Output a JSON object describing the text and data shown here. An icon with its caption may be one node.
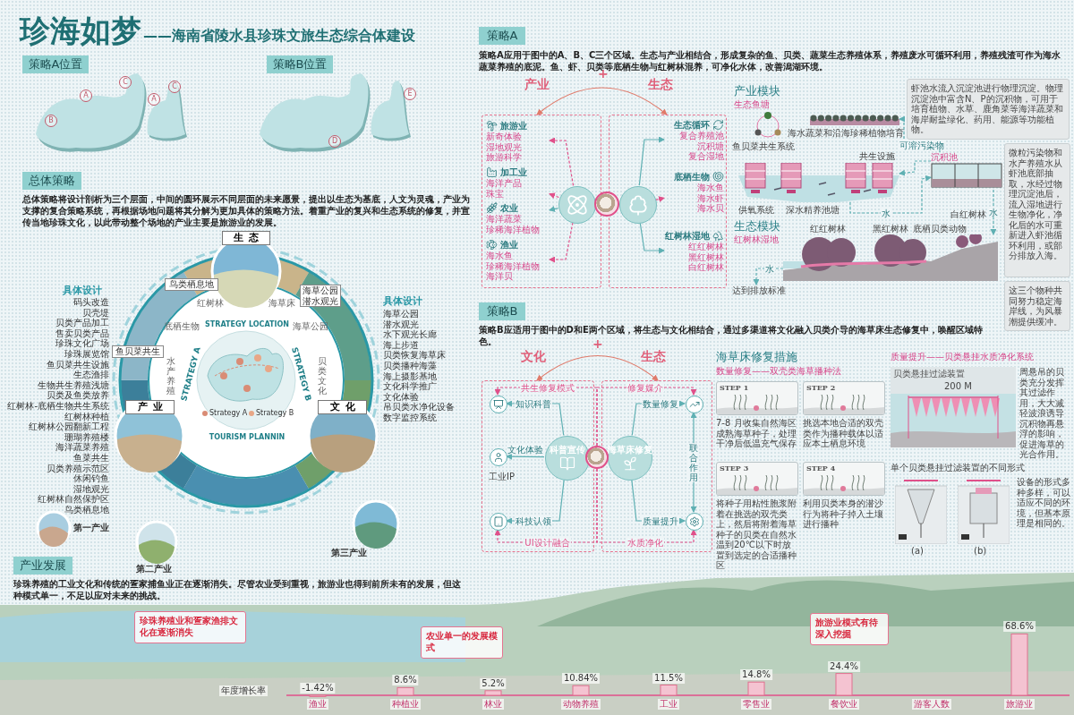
{
  "diagram": {
    "title": "珍海如梦",
    "nodes": [
      {
        "text": [
          "策略A位置"
        ]
      },
      {
        "text": [
          "策略B位置"
        ]
      },
      {
        "text": [
          "总体策略"
        ]
      },
      {
        "text": [
          "生态"
        ]
      },
      {
        "text": [
          "产业"
        ]
      },
      {
        "text": [
          "文化"
        ]
      },
      {
        "text": [
          "策略A"
        ]
      },
      {
        "text": [],
        "shape": "box"
      },
      {
        "text": [
          "旅游业",
          "新奇体验",
          "湿地观光",
          "旅游科学"
        ],
        "in": 7
      },
      {
        "text": [
          "加工业",
          "海洋产品",
          "珠宝"
        ],
        "in": 7
      },
      {
        "text": [
          "农业",
          "海洋蔬菜",
          "珍稀海洋植物"
        ],
        "in": 7
      },
      {
        "text": [
          "渔业",
          "海水鱼",
          "珍稀海洋植物",
          "海洋贝"
        ],
        "in": 7
      },
      {
        "text": [],
        "shape": "box"
      },
      {
        "text": [
          "生态循环",
          "复合养殖池",
          "沉积塘",
          "复合湿地"
        ],
        "in": 12
      },
      {
        "text": [
          "底栖生物",
          "海水鱼",
          "海水虾",
          "海水贝"
        ],
        "in": 12
      },
      {
        "text": [
          "红树林湿地",
          "红红树林",
          "黑红树林",
          "白红树林"
        ],
        "in": 12
      },
      {
        "text": [],
        "shape": "circle",
        "in": 7
      },
      {
        "text": [],
        "shape": "picture"
      },
      {
        "text": [],
        "shape": "circle",
        "in": 12
      },
      {
        "text": [],
        "shape": "bar",
        "beside": [
          "海水蔬菜和沿海珍稀植物培育"
        ]
      },
      {
        "text": [
          "虾池水流入沉淀池进行物理沉淀。物理沉淀池中富含N、P的沉积物，可用于培育植物、水草、鹿角菜等海洋蔬菜和海岸耐盐绿化、药用、能源等功能植物。"
        ]
      },
      {
        "text": [],
        "shape": "picture",
        "beside": [
          "深水精养池塘"
        ]
      },
      {
        "text": [
          "沉积池"
        ]
      },
      {
        "text": [
          "微粒污染物和水产养殖水从虾池底部抽取，水经过物理沉淀池后，流入湿地进行生物净化，净化后的水可重新进入虾池循环利用，或部分排放入海。"
        ]
      },
      {
        "text": [],
        "shape": "picture",
        "beside": [
          "红红树林",
          "黑红树林",
          "白红树林",
          "底栖贝类动物"
        ]
      },
      {
        "text": [
          "这三个物种共同努力稳定海岸线，为风暴潮提供缓冲。"
        ]
      },
      {
        "text": [
          "达到排放标准"
        ]
      },
      {
        "text": [
          "策略B"
        ]
      },
      {
        "text": [],
        "shape": "box"
      },
      {
        "text": [
          "科普宣传"
        ],
        "in": 28
      },
      {
        "text": [],
        "shape": "circle",
        "in": 28
      },
      {
        "text": [],
        "shape": "circle",
        "in": 28,
        "beside": [
          "工业IP"
        ]
      },
      {
        "text": [],
        "shape": "circle",
        "in": 28
      },
      {
        "text": [],
        "shape": "box"
      },
      {
        "text": [
          "海草床修复"
        ],
        "in": 33
      },
      {
        "text": [],
        "shape": "circle",
        "in": 33
      },
      {
        "text": [],
        "shape": "circle",
        "in": 33
      },
      {
        "text": [],
        "shape": "picture"
      },
      {
        "text": [
          "STEP 1"
        ],
        "beside": [
          "7-8 月收集自然海区成熟海草种子，处理干净后低温充气保存"
        ]
      },
      {
        "text": [
          "STEP 2"
        ],
        "beside": [
          "挑选本地合适的双壳类作为播种载体以适应本土栖息环境"
        ]
      },
      {
        "text": [
          "STEP 3"
        ],
        "beside": [
          "将种子用粘性胞浆附着在挑选的双壳类上，然后将附着海草种子的贝类在自然水温到20℃以下时放置到选定的合适播种区"
        ]
      },
      {
        "text": [
          "STEP 4"
        ],
        "beside": [
          "利用贝类本身的潜沙行为将种子掉入土壤进行播种"
        ]
      },
      {
        "text": [
          "贝类悬挂过滤装置"
        ],
        "beside": [
          "周悬吊的贝类充分发挥其过滤作用，大大减轻波浪诱导沉积物再悬浮的影响，促进海草的光合作用。"
        ]
      },
      {
        "text": [],
        "shape": "picture",
        "beside": [
          "(a)"
        ]
      },
      {
        "text": [],
        "shape": "picture",
        "beside": [
          "(b)"
        ]
      },
      {
        "text": [
          "产业发展"
        ]
      },
      {
        "text": [
          "珍珠养殖业和疍家渔排文化在逐渐消失"
        ]
      },
      {
        "text": [
          "农业单一的发展模式"
        ]
      },
      {
        "text": [
          "旅游业模式有待深入挖掘"
        ]
      }
    ],
    "edges": [
      {
        "from": 7,
        "to": 12,
        "arrow": "both",
        "color": "#e07a6a"
      },
      {
        "from": 16,
        "to": 8,
        "arrow": "to",
        "style": "dashed",
        "color": "#e0508a"
      },
      {
        "from": 16,
        "to": 9,
        "arrow": "to",
        "style": "dashed",
        "color": "#e0508a"
      },
      {
        "from": 16,
        "to": 10,
        "arrow": "to"
      },
      {
        "from": 16,
        "to": 11,
        "arrow": "to",
        "style": "dashed",
        "color": "#e0508a"
      },
      {
        "from": 18,
        "to": 13,
        "arrow": "to"
      },
      {
        "from": 18,
        "to": 14,
        "arrow": "to",
        "style": "dashed",
        "color": "#e0508a"
      },
      {
        "from": 18,
        "to": 15,
        "arrow": "to"
      },
      {
        "from": 22,
        "to": 19,
        "arrow": "to",
        "label": "可溶污染物",
        "style": "dashed"
      },
      {
        "from": 22,
        "to": 21,
        "arrow": "to",
        "style": "dashed"
      },
      {
        "from": 21,
        "to": 22,
        "arrow": "to",
        "label": "水",
        "style": "dashed"
      },
      {
        "from": 22,
        "to": 24,
        "arrow": "to",
        "label": "水",
        "style": "dashed"
      },
      {
        "from": 24,
        "to": 26,
        "arrow": "to",
        "label": "水",
        "style": "dashed"
      },
      {
        "from": 28,
        "to": 33,
        "arrow": "both",
        "color": "#e07a6a"
      },
      {
        "from": 29,
        "to": 30,
        "arrow": "to",
        "label": "知识科普"
      },
      {
        "from": 29,
        "to": 31,
        "arrow": "to",
        "label": "文化体验"
      },
      {
        "from": 29,
        "to": 32,
        "arrow": "to",
        "label": "科技认领"
      },
      {
        "from": 34,
        "to": 35,
        "arrow": "to",
        "label": "数量修复"
      },
      {
        "from": 34,
        "to": 36,
        "arrow": "to",
        "label": "质量提升"
      },
      {
        "from": 35,
        "to": 36,
        "arrow": "both",
        "label": "联合作用"
      },
      {
        "from": 37,
        "to": 30,
        "arrow": "to",
        "label": "共生修复模式",
        "style": "dashed",
        "color": "#e0508a"
      },
      {
        "from": 37,
        "to": 32,
        "arrow": "to",
        "label": "UI设计融合",
        "style": "dashed",
        "color": "#e0508a"
      },
      {
        "from": 37,
        "to": 35,
        "arrow": "to",
        "label": "修复媒介",
        "style": "dashed",
        "color": "#e0508a"
      },
      {
        "from": 37,
        "to": 36,
        "arrow": "to",
        "label": "水质净化",
        "style": "dashed",
        "color": "#e0508a"
      }
    ],
    "labels": [
      "——海南省陵水县珍珠文旅生态综合体建设",
      "A",
      "C",
      "B",
      "A",
      "C",
      "D",
      "E",
      "总体策略将设计剖析为三个层面，中间的圆环展示不同层面的未来愿景，提出以生态为基底，人文为灵魂，产业为支撑的复合策略系统，再根据场地问题将其分解为更加具体的策略方法。着重产业的复兴和生态系统的修复，并宣传当地珍珠文化，以此带动整个场地的产业主要是旅游业的发展。",
      "具体设计",
      "码头改造",
      "贝壳堤",
      "贝类产品加工",
      "售卖贝类产品",
      "珍珠文化广场",
      "珍珠展览馆",
      "鱼贝菜共生设施",
      "生态渔排",
      "生物共生养殖浅塘",
      "贝类及鱼类放养",
      "红树林-底栖生物共生系统",
      "红树林种植",
      "红树林公园翻新工程",
      "珊瑚养殖楼",
      "海洋蔬菜养殖",
      "鱼菜共生",
      "贝类养殖示范区",
      "休闲钓鱼",
      "湿地观光",
      "红树林自然保护区",
      "鸟类栖息地",
      "具体设计",
      "海草公园",
      "潜水观光",
      "水下观光长廊",
      "海上步道",
      "贝类恢复海草床",
      "贝类播种海藻",
      "海上摄影基地",
      "文化科学推广",
      "文化体验",
      "吊贝类水净化设备",
      "数字监控系统",
      "鸟类栖息地",
      "海草公园潜水观光",
      "鱼贝菜共生",
      "红树林",
      "海草床",
      "底栖生物",
      "海草公园",
      "水产养殖",
      "贝类文化",
      "STRATEGY LOCATION",
      "STRATEGY A",
      "STRATEGY B",
      "TOURISM PLANNIN",
      "第一产业",
      "第二产业",
      "第三产业",
      "策略A应用于图中的A、B、C三个区域。生态与产业相结合，形成复杂的鱼、贝类、蔬菜生态养殖体系，养殖废水可循环利用，养殖残渣可作为海水蔬菜养殖的底泥。鱼、虾、贝类等底栖生物与红树林混养，可净化水体，改善潟湖环境。",
      "产业",
      "+",
      "生态",
      "产业模块",
      "生态鱼塘",
      "鱼贝菜共生系统",
      "共生设施",
      "供氧系统",
      "生态模块",
      "红树林湿地",
      "策略B应适用于图中的D和E两个区域，将生态与文化相结合，通过多渠道将文化融入贝类介导的海草床生态修复中，唤醒区域特色。",
      "文化",
      "+",
      "生态",
      "海草床修复措施",
      "数量修复——双壳类海草播种法",
      "质量提升——贝类悬挂水质净化系统",
      "200 M",
      "单个贝类悬挂过滤装置的不同形式",
      "设备的形式多种多样，可以适应不同的环境，但基本原理是相同的。",
      "珍珠养殖的工业文化和传统的疍家捕鱼业正在逐渐消失。尽管农业受到重视，旅游业也得到前所未有的发展，但这种模式单一，不足以应对未来的挑战。"
    ],
    "legend": [
      {
        "text": "Strategy A",
        "color": "#d98c75"
      },
      {
        "text": "Strategy B",
        "color": "#e8a787"
      }
    ],
    "chart_data": {
      "type": "bar",
      "title": "年度增长率",
      "categories": [
        "渔业",
        "种植业",
        "林业",
        "动物养殖",
        "工业",
        "零售业",
        "餐饮业",
        "游客人数",
        "旅游业"
      ],
      "values": [
        -1.42,
        8.6,
        5.2,
        10.84,
        11.5,
        14.8,
        24.4,
        null,
        68.6
      ],
      "value_labels": [
        "-1.42%",
        "8.6%",
        "5.2%",
        "10.84%",
        "11.5%",
        "14.8%",
        "24.4%",
        null,
        "68.6%"
      ]
    }
  }
}
